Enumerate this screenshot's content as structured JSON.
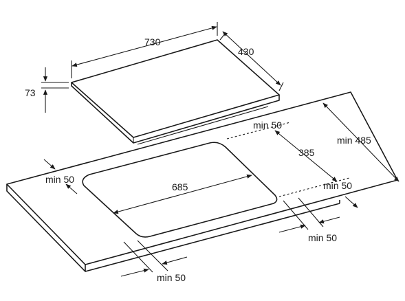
{
  "dimensions": {
    "hob_width": "730",
    "hob_depth": "430",
    "hob_height": "73",
    "cutout_width": "685",
    "cutout_depth": "385",
    "min_rear_clearance": "min 50",
    "min_left_clearance": "min 50",
    "min_front_clearance": "min 50",
    "min_bottom_left": "min 50",
    "min_bottom_right": "min 50",
    "min_worktop_depth": "min 485"
  },
  "colors": {
    "line": "#1a1a1a",
    "background": "#ffffff"
  }
}
